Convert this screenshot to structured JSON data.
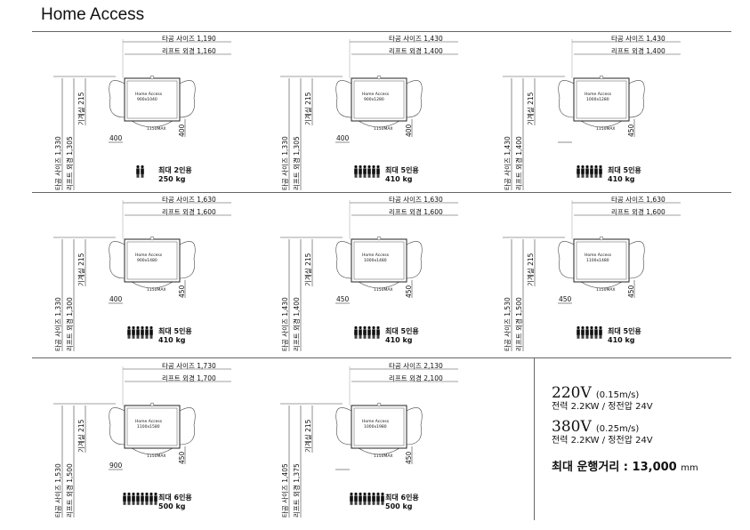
{
  "title": "Home Access",
  "labels": {
    "shaft_width": "타공 사이즈",
    "lift_width": "리프트 외경",
    "machine_room": "기계실 215",
    "shaft_depth": "타공 사이즈",
    "lift_depth": "리프트 외경",
    "door_mark": "1150MAX",
    "cabin_brand": "Home Access",
    "capacity_prefix": "최대",
    "capacity_suffix": "인용"
  },
  "units": [
    {
      "shaft_w": "1,190",
      "lift_w": "1,160",
      "shaft_d": "1,330",
      "lift_d": "1,305",
      "cabin": "900x1040",
      "left_dim": "400",
      "right_dim": "400",
      "persons": "2",
      "load": "250 kg",
      "person_icons": 2
    },
    {
      "shaft_w": "1,430",
      "lift_w": "1,400",
      "shaft_d": "1,330",
      "lift_d": "1,305",
      "cabin": "900x1280",
      "left_dim": "400",
      "right_dim": "400",
      "persons": "5",
      "load": "410 kg",
      "person_icons": 6
    },
    {
      "shaft_w": "1,430",
      "lift_w": "1,400",
      "shaft_d": "1,430",
      "lift_d": "1,400",
      "cabin": "1000x1280",
      "left_dim": "",
      "right_dim": "450",
      "persons": "5",
      "load": "410 kg",
      "person_icons": 6
    },
    {
      "shaft_w": "1,630",
      "lift_w": "1,600",
      "shaft_d": "1,330",
      "lift_d": "1,300",
      "cabin": "900x1480",
      "left_dim": "400",
      "right_dim": "450",
      "persons": "5",
      "load": "410 kg",
      "person_icons": 6
    },
    {
      "shaft_w": "1,630",
      "lift_w": "1,600",
      "shaft_d": "1,430",
      "lift_d": "1,400",
      "cabin": "1000x1480",
      "left_dim": "450",
      "right_dim": "450",
      "persons": "5",
      "load": "410 kg",
      "person_icons": 6
    },
    {
      "shaft_w": "1,630",
      "lift_w": "1,600",
      "shaft_d": "1,530",
      "lift_d": "1,500",
      "cabin": "1100x1480",
      "left_dim": "450",
      "right_dim": "450",
      "persons": "5",
      "load": "410 kg",
      "person_icons": 6
    },
    {
      "shaft_w": "1,730",
      "lift_w": "1,700",
      "shaft_d": "1,530",
      "lift_d": "1,500",
      "cabin": "1100x1580",
      "left_dim": "900",
      "right_dim": "450",
      "persons": "6",
      "load": "500 kg",
      "person_icons": 8
    },
    {
      "shaft_w": "2,130",
      "lift_w": "2,100",
      "shaft_d": "1,405",
      "lift_d": "1,375",
      "cabin": "1000x1980",
      "left_dim": "",
      "right_dim": "450",
      "persons": "6",
      "load": "500 kg",
      "person_icons": 8
    }
  ],
  "spec": {
    "v220": "220V",
    "v220_speed": "(0.15m/s)",
    "v220_power": "전력 2.2KW / 정전압 24V",
    "v380": "380V",
    "v380_speed": "(0.25m/s)",
    "v380_power": "전력 2.2KW / 정전압 24V",
    "travel_label": "최대 운행거리 : 13,000",
    "travel_unit": "mm"
  }
}
